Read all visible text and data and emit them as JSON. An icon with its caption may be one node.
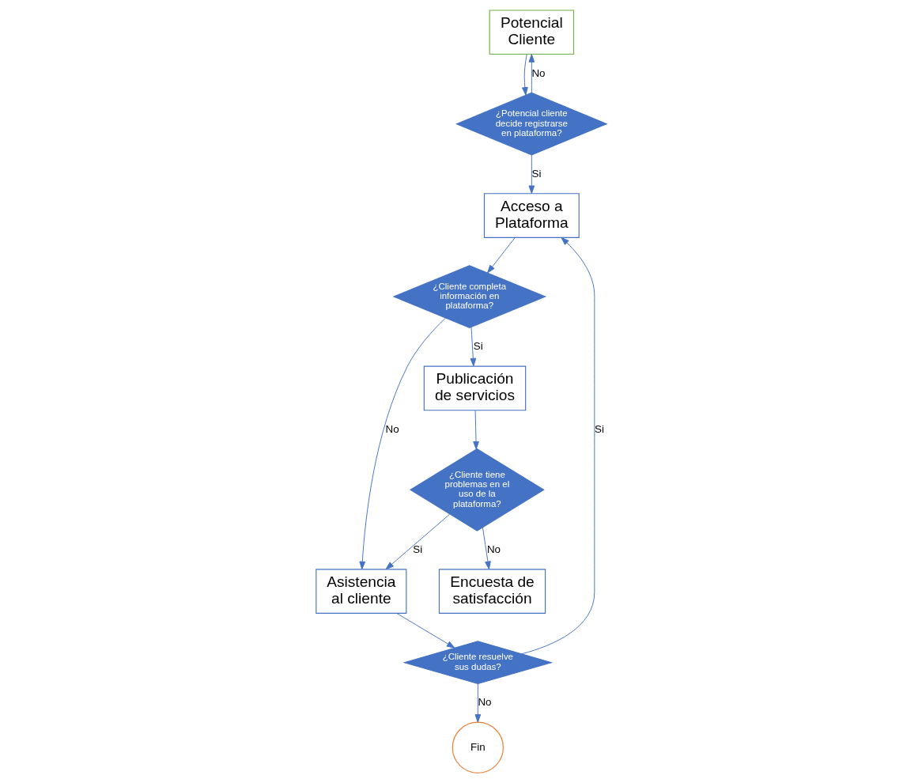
{
  "diagram": {
    "nodes": [
      {
        "text": [
          "Potencial Cliente"
        ]
      },
      {
        "text": [
          "¿Potencial cliente decide registrarse en plataforma?"
        ]
      },
      {
        "text": [
          "Acceso a Plataforma"
        ]
      },
      {
        "text": [
          "¿Cliente completa información en plataforma?"
        ]
      },
      {
        "text": [
          "Asistencia al cliente"
        ]
      },
      {
        "text": [
          "¿Cliente resuelve sus dudas?"
        ]
      },
      {
        "text": [
          "Publicación de servicios"
        ]
      },
      {
        "text": [
          "Fin"
        ]
      },
      {
        "text": [
          "¿Cliente tiene problemas en el uso de la plataforma?"
        ]
      },
      {
        "text": [
          "Encuesta de satisfacción"
        ]
      }
    ],
    "edges": [
      {
        "from": 0,
        "to": 1,
        "arrow": "to"
      },
      {
        "from": 1,
        "to": 0,
        "arrow": "to",
        "label": "No"
      },
      {
        "from": 1,
        "to": 2,
        "arrow": "to",
        "label": "Si"
      },
      {
        "from": 2,
        "to": 3,
        "arrow": "to"
      },
      {
        "from": 3,
        "to": 6,
        "arrow": "to",
        "label": "Si"
      },
      {
        "from": 3,
        "to": 4,
        "arrow": "to",
        "label": "No"
      },
      {
        "from": 4,
        "to": 5,
        "arrow": "to"
      },
      {
        "from": 5,
        "to": 2,
        "arrow": "to",
        "label": "Si"
      },
      {
        "from": 5,
        "to": 7,
        "arrow": "to",
        "label": "No"
      },
      {
        "from": 6,
        "to": 8,
        "arrow": "to"
      },
      {
        "from": 8,
        "to": 4,
        "arrow": "to",
        "label": "Si"
      },
      {
        "from": 8,
        "to": 9,
        "arrow": "to",
        "label": "No"
      }
    ]
  }
}
